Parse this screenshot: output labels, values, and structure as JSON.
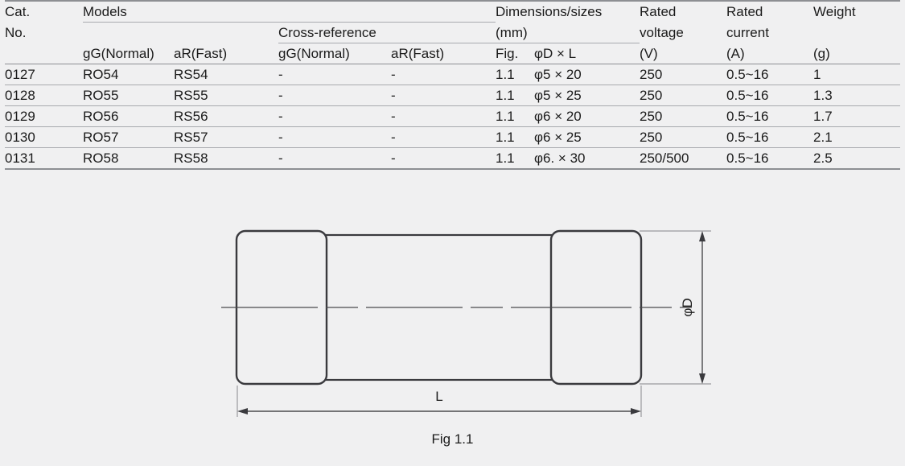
{
  "table": {
    "header": {
      "cat_no_line1": "Cat.",
      "cat_no_line2": "No.",
      "models_group": "Models",
      "cross_reference_group": "Cross-reference",
      "models_gg": "gG(Normal)",
      "models_ar": "aR(Fast)",
      "xref_gg": "gG(Normal)",
      "xref_ar": "aR(Fast)",
      "dimensions_group_line1": "Dimensions/sizes",
      "dimensions_group_line2": "(mm)",
      "fig": "Fig.",
      "dim_formula": "φD × L",
      "rated_voltage_line1": "Rated",
      "rated_voltage_line2": "voltage",
      "rated_voltage_unit": "(V)",
      "rated_current_line1": "Rated",
      "rated_current_line2": "current",
      "rated_current_unit": "(A)",
      "weight_line1": "Weight",
      "weight_unit": "(g)"
    },
    "rows": [
      {
        "cat_no": "0127",
        "model_gg": "RO54",
        "model_ar": "RS54",
        "xref_gg": "-",
        "xref_ar": "-",
        "fig": "1.1",
        "dim": "φ5 × 20",
        "rated_voltage": "250",
        "rated_current": "0.5~16",
        "weight": "1"
      },
      {
        "cat_no": "0128",
        "model_gg": "RO55",
        "model_ar": "RS55",
        "xref_gg": "-",
        "xref_ar": "-",
        "fig": "1.1",
        "dim": "φ5 × 25",
        "rated_voltage": "250",
        "rated_current": "0.5~16",
        "weight": "1.3"
      },
      {
        "cat_no": "0129",
        "model_gg": "RO56",
        "model_ar": "RS56",
        "xref_gg": "-",
        "xref_ar": "-",
        "fig": "1.1",
        "dim": "φ6 × 20",
        "rated_voltage": "250",
        "rated_current": "0.5~16",
        "weight": "1.7"
      },
      {
        "cat_no": "0130",
        "model_gg": "RO57",
        "model_ar": "RS57",
        "xref_gg": "-",
        "xref_ar": "-",
        "fig": "1.1",
        "dim": "φ6 × 25",
        "rated_voltage": "250",
        "rated_current": "0.5~16",
        "weight": "2.1"
      },
      {
        "cat_no": "0131",
        "model_gg": "RO58",
        "model_ar": "RS58",
        "xref_gg": "-",
        "xref_ar": "-",
        "fig": "1.1",
        "dim": "φ6. × 30",
        "rated_voltage": "250/500",
        "rated_current": "0.5~16",
        "weight": "2.5"
      }
    ]
  },
  "figure": {
    "caption": "Fig 1.1",
    "dimension_diameter_label": "φD",
    "dimension_length_label": "L",
    "line_color": "#3a3a3e",
    "dimension_line_color": "#4a4a4e",
    "fill_color": "#f0f0f1"
  }
}
